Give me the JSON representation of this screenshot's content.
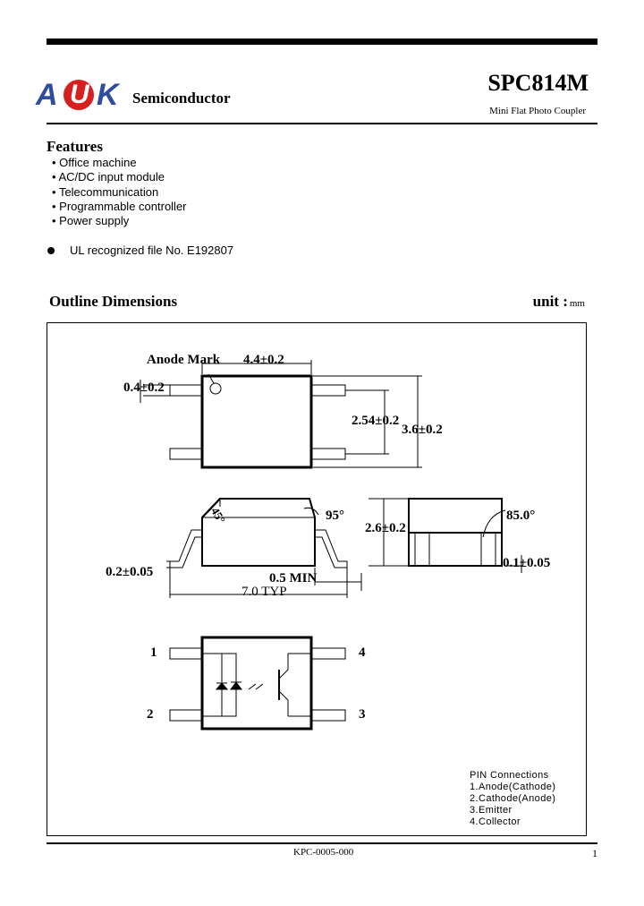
{
  "header": {
    "logo_letters": [
      "A",
      "U",
      "K"
    ],
    "brand": "Semiconductor",
    "part_number": "SPC814M",
    "subtitle": "Mini Flat Photo Coupler"
  },
  "features": {
    "title": "Features",
    "items": [
      "Office machine",
      "AC/DC input module",
      "Telecommunication",
      "Programmable controller",
      "Power supply"
    ]
  },
  "ul_note": "UL recognized file No. E192807",
  "outline": {
    "title": "Outline Dimensions",
    "unit_label": "unit :",
    "unit_value": "mm"
  },
  "dimensions": {
    "anode_mark": "Anode Mark",
    "width_top": "4.4±0.2",
    "pin_width": "0.4±0.2",
    "pitch": "2.54±0.2",
    "length": "3.6±0.2",
    "chamfer": "45°",
    "angle_side": "95°",
    "height": "2.6±0.2",
    "angle_end": "85.0°",
    "lead_thickness": "0.2±0.05",
    "standoff": "0.1±0.05",
    "lead_min": "0.5 MIN",
    "total_width": "7.0 TYP"
  },
  "schematic_pins": [
    "1",
    "2",
    "3",
    "4"
  ],
  "pin_connections": {
    "title": "PIN Connections",
    "items": [
      "1.Anode(Cathode)",
      "2.Cathode(Anode)",
      "3.Emitter",
      "4.Collector"
    ]
  },
  "footer": {
    "doc_code": "KPC-0005-000",
    "page": "1"
  },
  "colors": {
    "logo_blue": "#2f4d9c",
    "logo_red": "#d6201f"
  }
}
